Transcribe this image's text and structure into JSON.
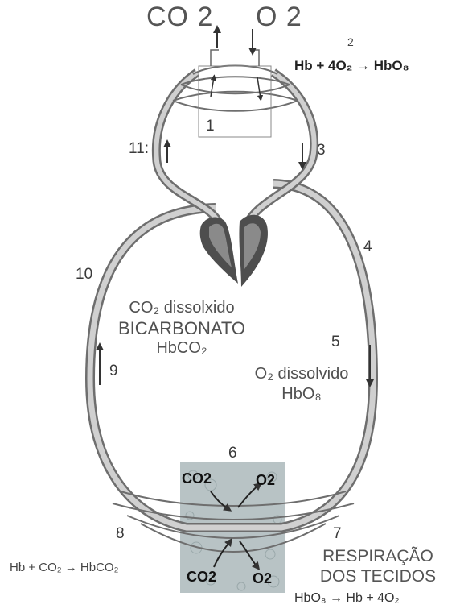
{
  "top": {
    "co2": "CO 2",
    "o2": "O 2"
  },
  "lung_equation_index": "2",
  "lung_equation": "Hb + 4O₂ → HbO₈",
  "numbers": {
    "n1": "1",
    "n3": "3",
    "n4": "4",
    "n5": "5",
    "n6": "6",
    "n7": "7",
    "n8": "8",
    "n9": "9",
    "n10": "10",
    "n11": "11:"
  },
  "left_mid": {
    "line1": "CO₂ dissolxido",
    "line2": "BICARBONATO",
    "line3": "HbCO₂"
  },
  "right_mid": {
    "line1": "O₂ dissolvido",
    "line2": "HbO₈"
  },
  "tissue_gases": {
    "co2_top": "CO2",
    "o2_top": "O2",
    "co2_bottom": "CO2",
    "o2_bottom": "O2"
  },
  "left_equation": "Hb + CO₂ → HbCO₂",
  "tissue_caption": {
    "line1": "RESPIRAÇÃO",
    "line2": "DOS TECIDOS"
  },
  "tissue_equation": "HbO₈ → Hb + 4O₂",
  "colors": {
    "vessel": "#6e6e6e",
    "vessel_fill": "#c9c9c9",
    "heart": "#4e4e4e",
    "tissue": "#b7c2c4"
  }
}
